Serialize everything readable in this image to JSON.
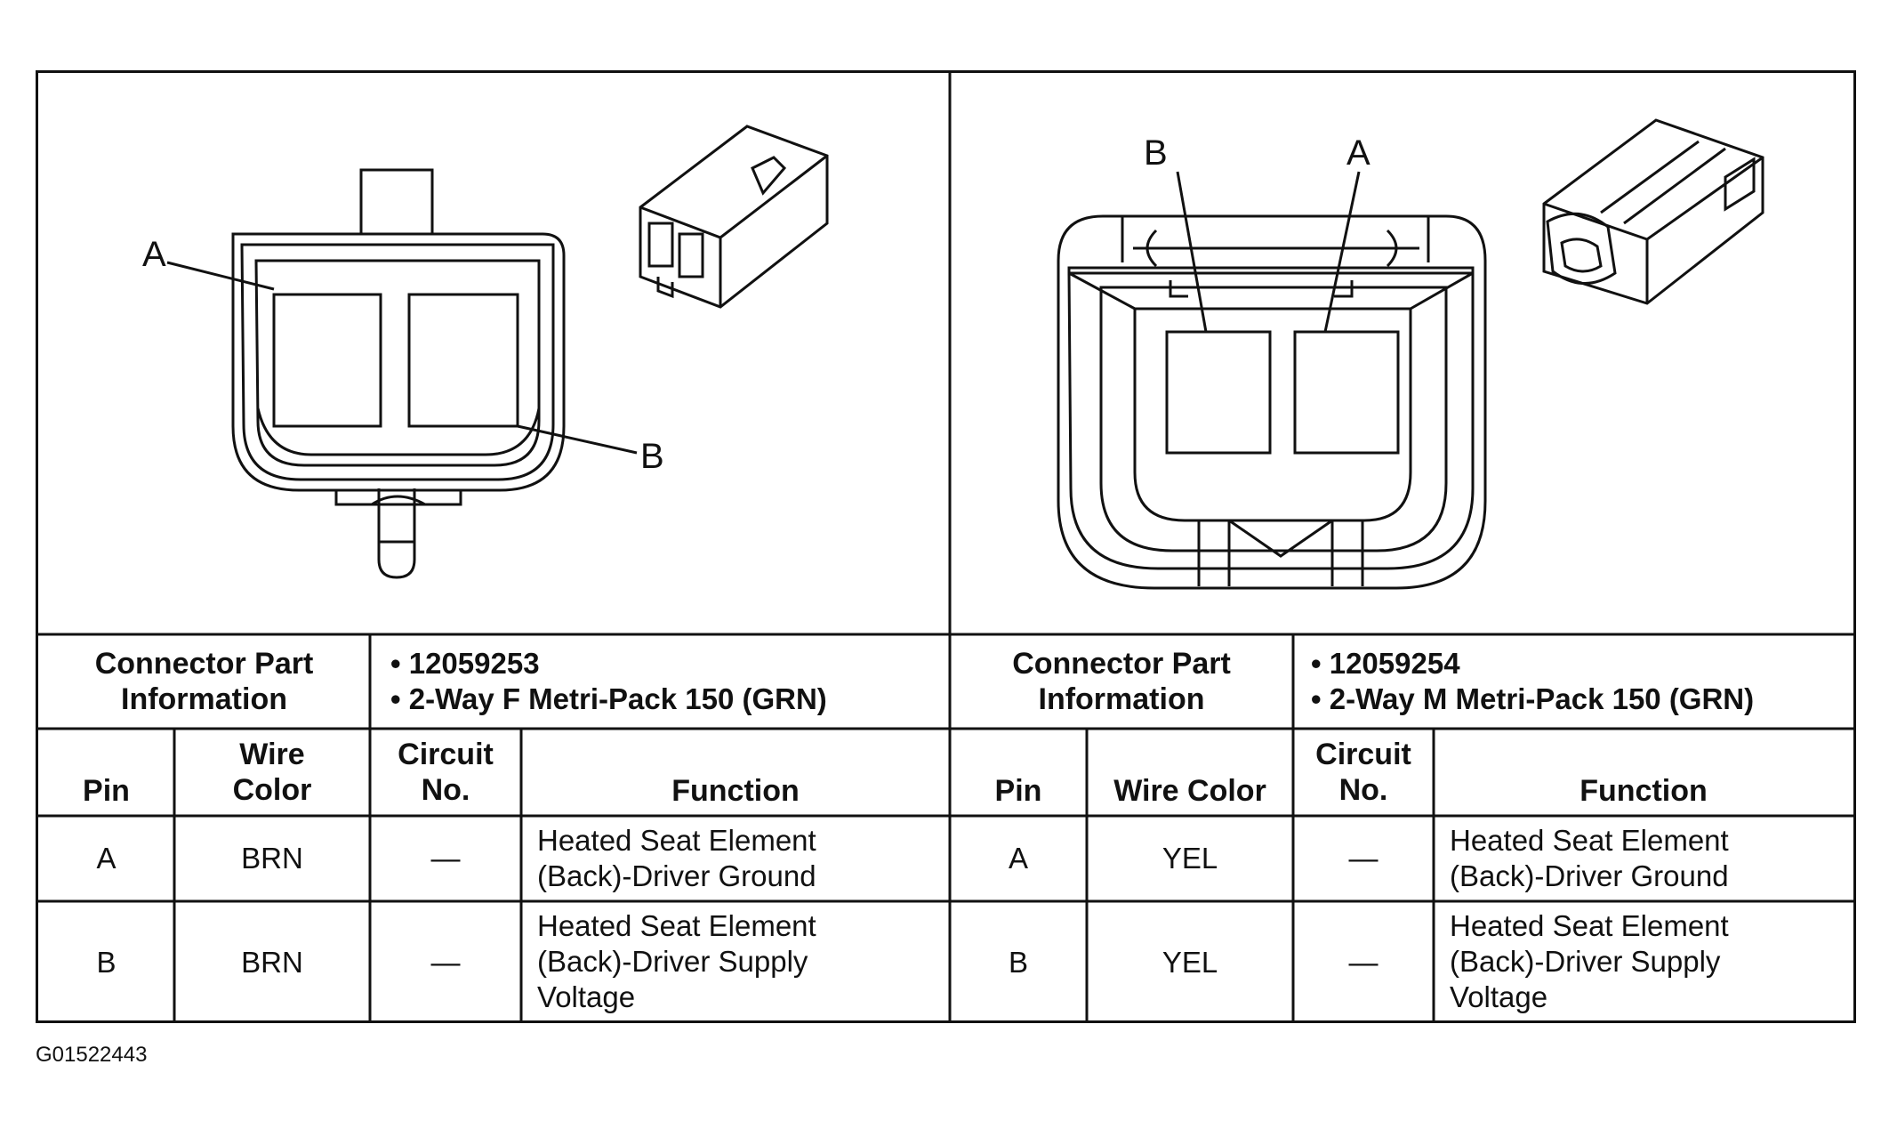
{
  "left": {
    "label_a": "A",
    "label_b": "B",
    "info_header": "Connector Part Information",
    "part_number": "• 12059253",
    "part_desc": "• 2-Way F Metri-Pack 150 (GRN)",
    "col_pin": "Pin",
    "col_wire_color": "Wire Color",
    "col_circuit_no": "Circuit No.",
    "col_function": "Function",
    "rows": [
      {
        "pin": "A",
        "wire": "BRN",
        "circuit": "—",
        "function_l1": "Heated Seat Element",
        "function_l2": "(Back)-Driver Ground",
        "function_l3": ""
      },
      {
        "pin": "B",
        "wire": "BRN",
        "circuit": "—",
        "function_l1": "Heated Seat Element",
        "function_l2": "(Back)-Driver Supply",
        "function_l3": "Voltage"
      }
    ]
  },
  "right": {
    "label_a": "A",
    "label_b": "B",
    "info_header": "Connector Part Information",
    "part_number": "• 12059254",
    "part_desc": "• 2-Way M Metri-Pack 150 (GRN)",
    "col_pin": "Pin",
    "col_wire_color": "Wire Color",
    "col_circuit_no": "Circuit No.",
    "col_function": "Function",
    "rows": [
      {
        "pin": "A",
        "wire": "YEL",
        "circuit": "—",
        "function_l1": "Heated Seat Element",
        "function_l2": "(Back)-Driver Ground",
        "function_l3": ""
      },
      {
        "pin": "B",
        "wire": "YEL",
        "circuit": "—",
        "function_l1": "Heated Seat Element",
        "function_l2": "(Back)-Driver Supply",
        "function_l3": "Voltage"
      }
    ]
  },
  "figure_id": "G01522443"
}
